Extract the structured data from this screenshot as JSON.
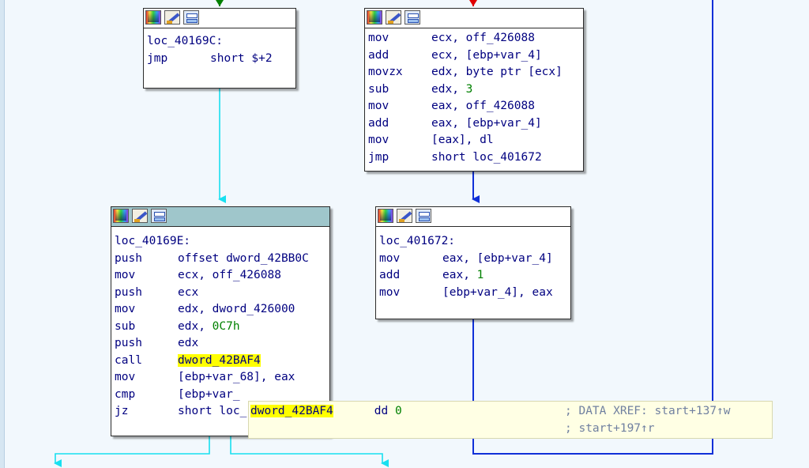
{
  "node_a": {
    "lines": [
      {
        "label": "loc_40169C:"
      },
      {
        "mn": "jmp",
        "ops": "short $+2"
      }
    ]
  },
  "node_b": {
    "lines": [
      {
        "mn": "mov",
        "ops": "ecx, off_426088"
      },
      {
        "mn": "add",
        "ops": "ecx, [ebp+var_4]"
      },
      {
        "mn": "movzx",
        "ops": "edx, byte ptr [ecx]"
      },
      {
        "mn": "sub",
        "ops": "edx, ",
        "num": "3"
      },
      {
        "mn": "mov",
        "ops": "eax, off_426088"
      },
      {
        "mn": "add",
        "ops": "eax, [ebp+var_4]"
      },
      {
        "mn": "mov",
        "ops": "[eax], dl"
      },
      {
        "mn": "jmp",
        "ops": "short loc_401672"
      }
    ]
  },
  "node_c": {
    "lines": [
      {
        "label": "loc_40169E:"
      },
      {
        "mn": "push",
        "ops": "offset dword_42BB0C"
      },
      {
        "mn": "mov",
        "ops": "ecx, off_426088"
      },
      {
        "mn": "push",
        "ops": "ecx"
      },
      {
        "mn": "mov",
        "ops": "edx, dword_426000"
      },
      {
        "mn": "sub",
        "ops": "edx, ",
        "num": "0C7h"
      },
      {
        "mn": "push",
        "ops": "edx"
      },
      {
        "mn": "call",
        "hl": "dword_42BAF4"
      },
      {
        "mn": "mov",
        "ops": "[ebp+var_68], eax"
      },
      {
        "mn": "cmp",
        "ops": "[ebp+var_"
      },
      {
        "mn": "jz",
        "ops": "short loc_"
      }
    ]
  },
  "node_d": {
    "lines": [
      {
        "label": "loc_401672:"
      },
      {
        "mn": "mov",
        "ops": "eax, [ebp+var_4]"
      },
      {
        "mn": "add",
        "ops": "eax, ",
        "num": "1"
      },
      {
        "mn": "mov",
        "ops": "[ebp+var_4], eax"
      }
    ]
  },
  "tooltip": {
    "symbol": "dword_42BAF4",
    "directive": "dd",
    "value": "0",
    "comment1": "; DATA XREF: start+137↑w",
    "comment2": "; start+197↑r"
  },
  "colors": {
    "true_branch": "#008000",
    "false_branch": "#e00000",
    "flow": "#00e5ff",
    "jump": "#0000d0"
  }
}
